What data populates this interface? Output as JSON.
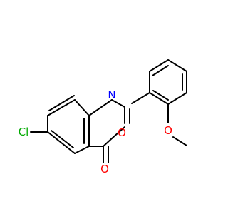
{
  "molecule": {
    "atoms": {
      "nitrogen": {
        "symbol": "N",
        "color": "#0000FF"
      },
      "ring_oxygen": {
        "symbol": "O",
        "color": "#FF0000"
      },
      "carbonyl_oxygen": {
        "symbol": "O",
        "color": "#FF0000"
      },
      "ether_oxygen": {
        "symbol": "O",
        "color": "#FF0000"
      },
      "chlorine": {
        "symbol": "Cl",
        "color": "#00AA00"
      }
    },
    "bond_color": "#000000"
  }
}
